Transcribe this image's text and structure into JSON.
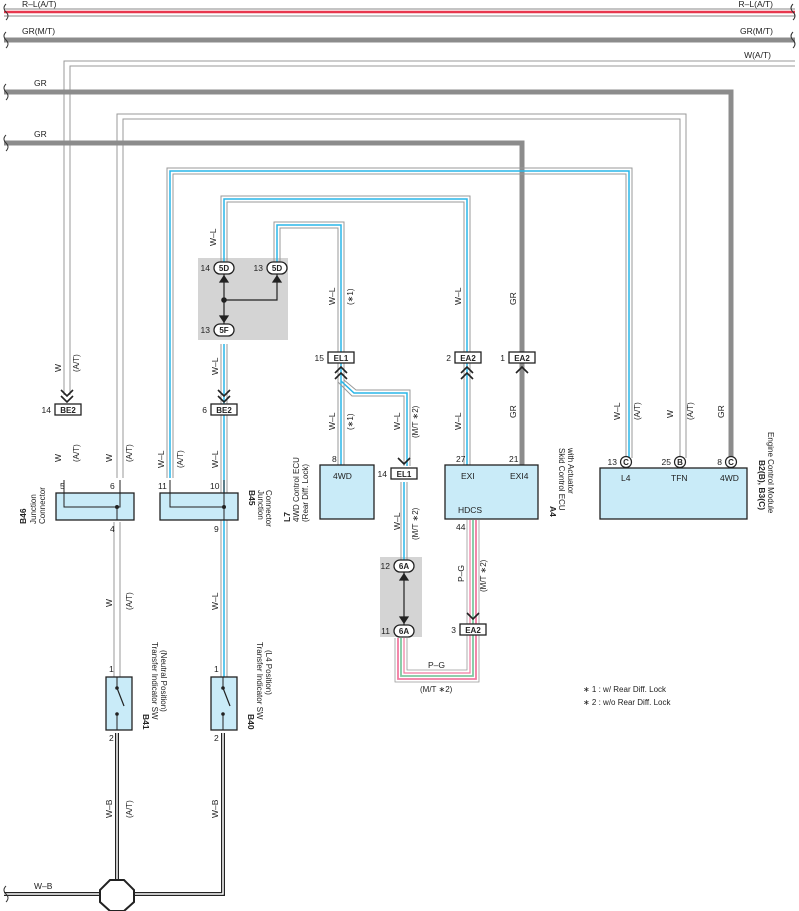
{
  "top_wires": {
    "rl_left": "R–L(A/T)",
    "rl_right": "R–L(A/T)",
    "gr_mt_left": "GR(M/T)",
    "gr_mt_right": "GR(M/T)",
    "w_at_right": "W(A/T)",
    "gr1": "GR",
    "gr2": "GR"
  },
  "wire_labels": {
    "wl_vert_left": "W–L",
    "wl_mid": "W–L",
    "wl_mid_note": "(∗1)",
    "wl_ea2": "W–L",
    "gr_ea2": "GR",
    "w_at_b46": "W",
    "w_at_b46_note": "(A/T)",
    "w_b46_l": "W",
    "w_b46_l_note": "(A/T)",
    "w_b46_r": "W",
    "w_b46_r_note": "(A/T)",
    "wl_b45_l": "W–L",
    "wl_b45_l_note": "(A/T)",
    "wl_b45_r": "W–L",
    "wl_5f": "W–L",
    "wl_el1_l": "W–L",
    "wl_el1_l_note": "(∗1)",
    "wl_el1_r": "W–L",
    "wl_el1_r_note": "(M/T ∗2)",
    "wl_el1_bot": "W–L",
    "wl_el1_bot_note": "(M/T ∗2)",
    "wl_a4": "W–L",
    "gr_a4": "GR",
    "wl_b2": "W–L",
    "wl_b2_note": "(A/T)",
    "w_b2": "W",
    "w_b2_note": "(A/T)",
    "gr_b2": "GR",
    "pg_a4": "P–G",
    "pg_a4_note": "(M/T ∗2)",
    "pg_bottom": "P–G",
    "pg_bottom_note": "(M/T ∗2)",
    "w_b41": "W",
    "w_b41_note": "(A/T)",
    "wl_b40": "W–L",
    "wb_b41": "W–B",
    "wb_b41_note": "(A/T)",
    "wb_b40": "W–B",
    "wb_ground": "W–B"
  },
  "connectors": {
    "be2_left": "BE2",
    "be2_left_pin": "14",
    "be2_right": "BE2",
    "be2_right_pin": "6",
    "el1_top": "EL1",
    "el1_top_pin": "15",
    "el1_mid": "EL1",
    "el1_mid_pin": "14",
    "ea2_a": "EA2",
    "ea2_a_pin": "2",
    "ea2_b": "EA2",
    "ea2_b_pin": "1",
    "ea2_bot": "EA2",
    "ea2_bot_pin": "3",
    "j5d_a": "5D",
    "j5d_a_pin": "14",
    "j5d_b": "5D",
    "j5d_b_pin": "13",
    "j5f": "5F",
    "j5f_pin": "13",
    "j6a_top": "6A",
    "j6a_top_pin": "12",
    "j6a_bot": "6A",
    "j6a_bot_pin": "11",
    "c13": "C",
    "c13_pin": "13",
    "b25": "B",
    "b25_pin": "25",
    "c8": "C",
    "c8_pin": "8"
  },
  "components": {
    "b46": {
      "code": "B46",
      "name1": "Junction",
      "name2": "Connector",
      "pin5": "5",
      "pin6": "6",
      "pin4": "4"
    },
    "b45": {
      "code": "B45",
      "name1": "Junction",
      "name2": "Connector",
      "pin11": "11",
      "pin10": "10",
      "pin9": "9"
    },
    "l7": {
      "code": "L7",
      "name1": "4WD Control ECU",
      "name2": "(Rear Diff. Lock)",
      "pin": "8",
      "term": "4WD"
    },
    "a4": {
      "code": "A4",
      "name1": "Skid Control ECU",
      "name2": "with Actuator",
      "pin27": "27",
      "pin21": "21",
      "pin44": "44",
      "t_exi": "EXI",
      "t_exi4": "EXI4",
      "t_hdcs": "HDCS"
    },
    "b2": {
      "code": "B2(B), B3(C)",
      "name1": "Engine Control Module",
      "t_l4": "L4",
      "t_tfn": "TFN",
      "t_4wd": "4WD"
    },
    "b41": {
      "code": "B41",
      "name1": "Transfer Indicator SW",
      "name2": "(Neutral Position)",
      "pin1": "1",
      "pin2": "2"
    },
    "b40": {
      "code": "B40",
      "name1": "Transfer Indicator SW",
      "name2": "(L4 Position)",
      "pin1": "1",
      "pin2": "2"
    }
  },
  "notes": {
    "note1": "∗ 1 : w/ Rear Diff.  Lock",
    "note2": "∗ 2 : w/o Rear Diff.  Lock"
  },
  "colors": {
    "red": "#e8384f",
    "gray_thick": "#8c8c8c",
    "blue": "#29b6e8",
    "pink": "#f07aa0",
    "green": "#7ec8a0",
    "box_fill": "#c9ebf8",
    "shade": "#d4d4d4"
  }
}
